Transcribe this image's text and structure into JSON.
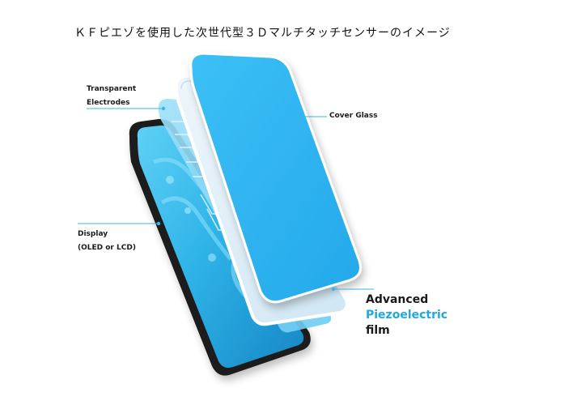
{
  "title": "ＫＦピエゾを使用した次世代型３Ｄマルチタッチセンサーのイメージ",
  "labels": {
    "transparent_electrodes": [
      "Transparent",
      "Electrodes"
    ],
    "display": [
      "Display",
      "(OLED or LCD)"
    ],
    "cover_glass": "Cover Glass",
    "film": [
      "Advanced",
      "Piezoelectric",
      "film"
    ]
  },
  "colors": {
    "cover_glass": "#2fb6f2",
    "leader_line": "#3ab5e6",
    "accent_text": "#1fa8e2",
    "phone_body": "#1c1c1c"
  }
}
